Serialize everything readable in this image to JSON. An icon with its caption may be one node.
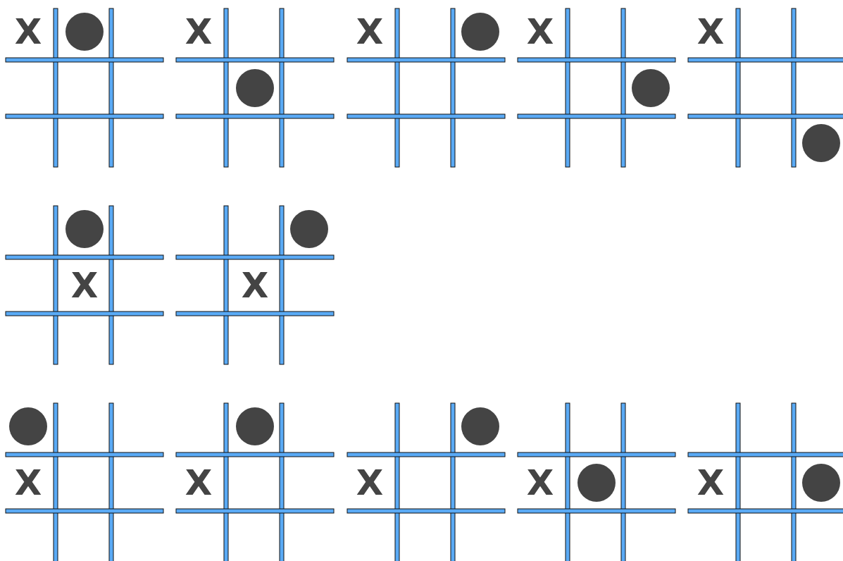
{
  "diagram": {
    "labels": [
      "X",
      "X",
      "X",
      "X",
      "X",
      "X",
      "X",
      "X",
      "X",
      "X",
      "X",
      "X"
    ]
  }
}
